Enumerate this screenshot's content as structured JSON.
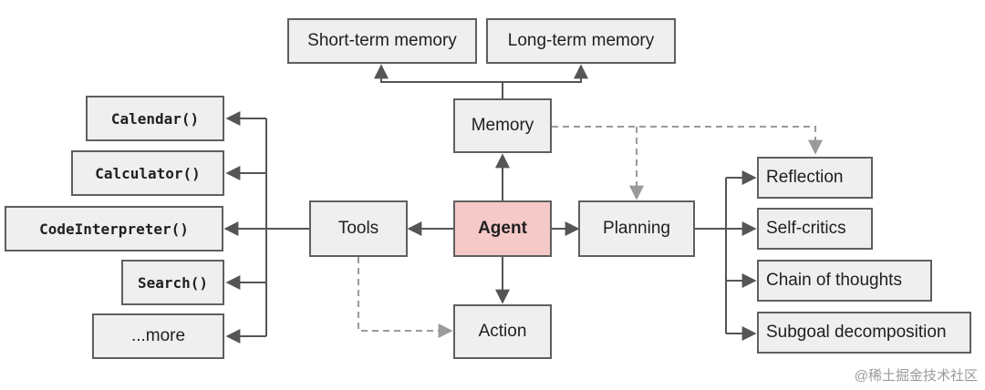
{
  "nodes": {
    "short_term_memory": "Short-term memory",
    "long_term_memory": "Long-term memory",
    "memory": "Memory",
    "agent": "Agent",
    "tools": "Tools",
    "planning": "Planning",
    "action": "Action",
    "calendar": "Calendar()",
    "calculator": "Calculator()",
    "code_interpreter": "CodeInterpreter()",
    "search": "Search()",
    "more": "...more",
    "reflection": "Reflection",
    "self_critics": "Self-critics",
    "chain_of_thoughts": "Chain of thoughts",
    "subgoal_decomposition": "Subgoal decomposition"
  },
  "watermark": "@稀土掘金技术社区",
  "colors": {
    "box_fill": "#efefef",
    "agent_fill": "#f6c9c9",
    "solid_edge": "#555555",
    "dashed_edge": "#9a9a9a"
  }
}
